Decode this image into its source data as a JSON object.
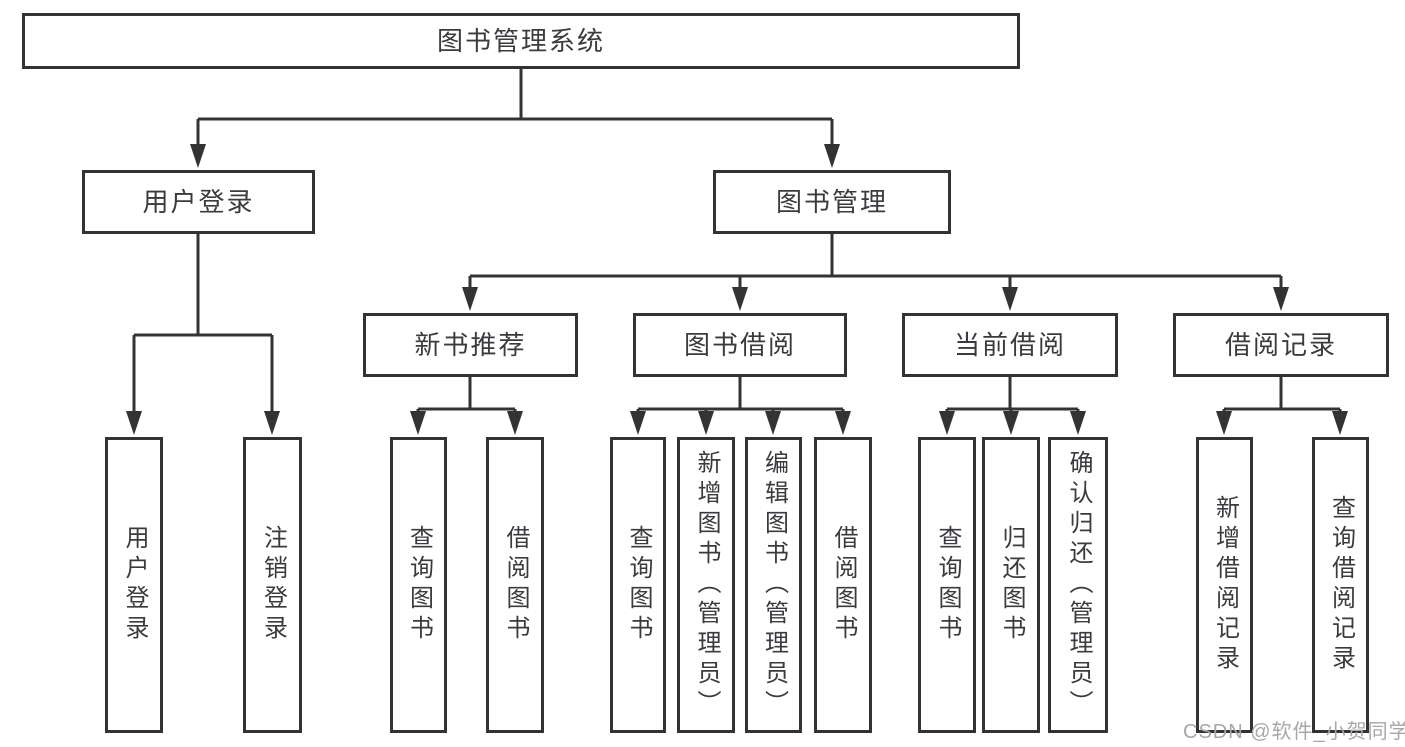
{
  "diagram": {
    "root": {
      "label": "图书管理系统"
    },
    "level2": [
      {
        "label": "用户登录"
      },
      {
        "label": "图书管理"
      }
    ],
    "level3": [
      {
        "label": "新书推荐",
        "parent": "图书管理"
      },
      {
        "label": "图书借阅",
        "parent": "图书管理"
      },
      {
        "label": "当前借阅",
        "parent": "图书管理"
      },
      {
        "label": "借阅记录",
        "parent": "图书管理"
      }
    ],
    "leaves": [
      {
        "label": "用户登录",
        "parent": "用户登录"
      },
      {
        "label": "注销登录",
        "parent": "用户登录"
      },
      {
        "label": "查询图书",
        "parent": "新书推荐"
      },
      {
        "label": "借阅图书",
        "parent": "新书推荐"
      },
      {
        "label": "查询图书",
        "parent": "图书借阅"
      },
      {
        "label": "新增图书（管理员）",
        "parent": "图书借阅"
      },
      {
        "label": "编辑图书（管理员）",
        "parent": "图书借阅"
      },
      {
        "label": "借阅图书",
        "parent": "图书借阅"
      },
      {
        "label": "查询图书",
        "parent": "当前借阅"
      },
      {
        "label": "归还图书",
        "parent": "当前借阅"
      },
      {
        "label": "确认归还（管理员）",
        "parent": "当前借阅"
      },
      {
        "label": "新增借阅记录",
        "parent": "借阅记录"
      },
      {
        "label": "查询借阅记录",
        "parent": "借阅记录"
      }
    ]
  },
  "colors": {
    "line": "#333333",
    "text": "#3b3b3f",
    "watermark": "#a7a7ac",
    "background": "#ffffff"
  },
  "watermark": {
    "text": "CSDN @软件_小贺同学"
  }
}
